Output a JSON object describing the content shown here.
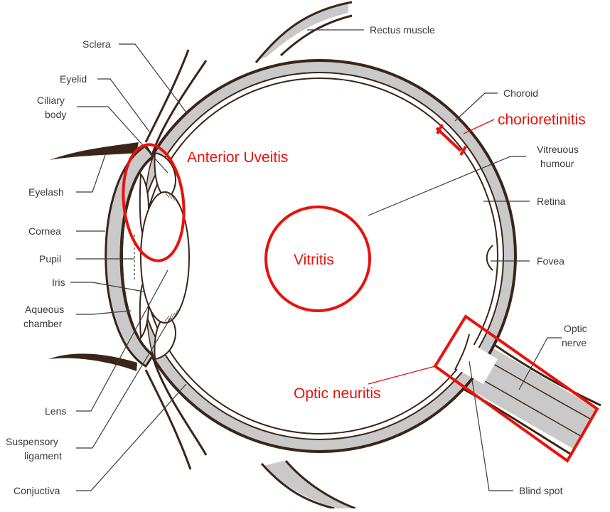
{
  "labels": {
    "rectus_muscle": "Rectus muscle",
    "sclera": "Sclera",
    "eyelid": "Eyelid",
    "ciliary_body_1": "Ciliary",
    "ciliary_body_2": "body",
    "eyelash": "Eyelash",
    "cornea": "Cornea",
    "pupil": "Pupil",
    "iris": "Iris",
    "aqueous_1": "Aqueous",
    "aqueous_2": "chamber",
    "lens": "Lens",
    "suspensory_1": "Suspensory",
    "suspensory_2": "ligament",
    "conjuctiva": "Conjuctiva",
    "choroid": "Choroid",
    "vitreous_1": "Vitreuous",
    "vitreous_2": "humour",
    "retina": "Retina",
    "fovea": "Fovea",
    "optic_nerve_1": "Optic",
    "optic_nerve_2": "nerve",
    "blind_spot": "Blind spot"
  },
  "annotations": {
    "anterior_uveitis": "Anterior Uveitis",
    "chorioretinitis": "chorioretinitis",
    "vitritis": "Vitritis",
    "optic_neuritis": "Optic neuritis"
  },
  "colors": {
    "outline": "#3b2418",
    "sclera_fill": "#c9c9c9",
    "label_text": "#3a3a3a",
    "annotation_red": "#e8120c"
  }
}
